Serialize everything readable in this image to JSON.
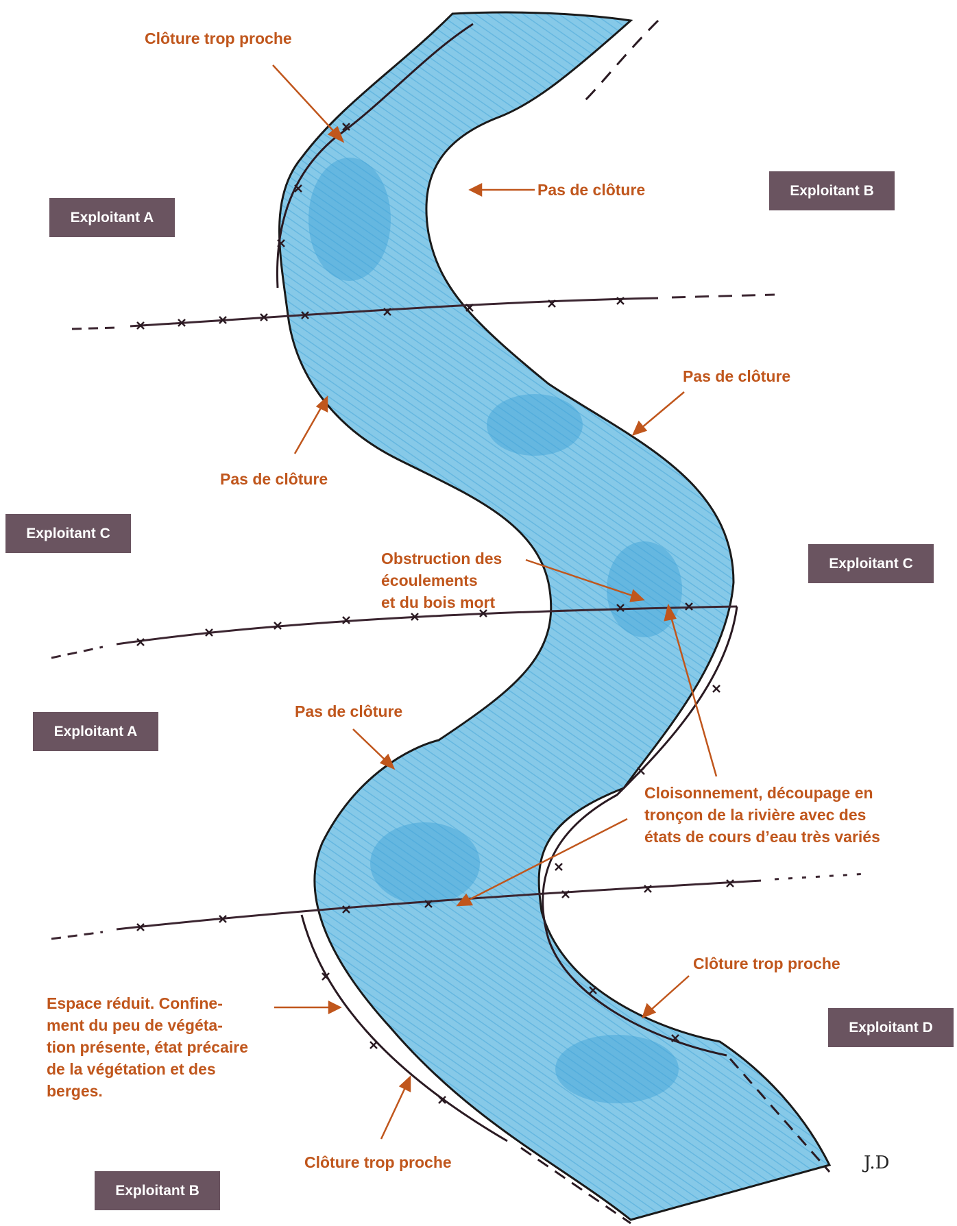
{
  "colors": {
    "water": "#7cc4e6",
    "water_dark": "#3ea2d6",
    "fence": "#3b2530",
    "annotation": "#c0561c",
    "owner_box": "#6a5460"
  },
  "labels": {
    "fence_close_top": "Clôture trop proche",
    "no_fence_top": "Pas de clôture",
    "no_fence_right": "Pas de clôture",
    "no_fence_left": "Pas de clôture",
    "obstruction": "Obstruction des\nécoulements\net du bois mort",
    "no_fence_middle": "Pas de clôture",
    "partitioning": "Cloisonnement, découpage en\ntronçon de la rivière avec des\nétats de cours d’eau très variés",
    "fence_close_bottom_right": "Clôture trop proche",
    "reduced_space": "Espace réduit. Confine-\nment du peu de végéta-\ntion présente, état précaire\nde la végétation et des\nberges.",
    "fence_close_bottom": "Clôture trop proche"
  },
  "owners": {
    "top_left": "Exploitant A",
    "top_right": "Exploitant B",
    "mid_left": "Exploitant C",
    "mid_right": "Exploitant C",
    "lower_left": "Exploitant A",
    "lower_right": "Exploitant D",
    "bottom_left": "Exploitant B"
  },
  "signature": "J.D"
}
